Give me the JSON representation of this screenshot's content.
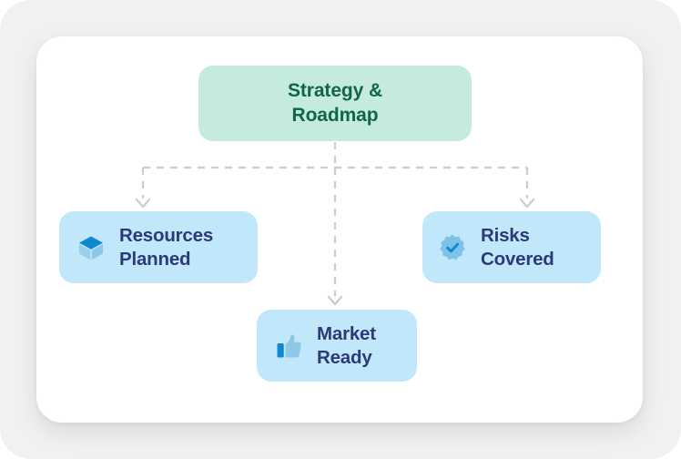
{
  "diagram": {
    "type": "tree",
    "title": "",
    "root": {
      "id": "strategy-roadmap",
      "label_line1": "Strategy &",
      "label_line2": "Roadmap",
      "fill": "#c4ebdb",
      "text_color": "#11664a"
    },
    "children": [
      {
        "id": "resources-planned",
        "label_line1": "Resources",
        "label_line2": "Planned",
        "icon": "cube-icon",
        "fill": "#c1e7fb",
        "text_color": "#2c3a77",
        "icon_colors": {
          "top": "#0d87d0",
          "left": "#9ccfe9",
          "right": "#8fc8e6"
        }
      },
      {
        "id": "market-ready",
        "label_line1": "Market",
        "label_line2": "Ready",
        "icon": "thumbs-up-icon",
        "fill": "#c1e7fb",
        "text_color": "#2c3a77",
        "icon_colors": {
          "cuff": "#1288ce",
          "hand": "#8fc8e6"
        }
      },
      {
        "id": "risks-covered",
        "label_line1": "Risks",
        "label_line2": "Covered",
        "icon": "verified-badge-icon",
        "fill": "#c1e7fb",
        "text_color": "#2c3a77",
        "icon_colors": {
          "badge": "#7dc3e8",
          "check": "#1288ce"
        }
      }
    ],
    "connectors": {
      "style": "dashed",
      "color": "#c8cdd2",
      "arrowhead": "chevron-down",
      "count": 3
    }
  },
  "theme": {
    "page_background": "#f1f1f1",
    "card_background": "#ffffff",
    "accent_green": "#c4ebdb",
    "accent_blue": "#c1e7fb",
    "navy_text": "#2c3a77",
    "green_text": "#11664a",
    "connector_gray": "#c8cdd2"
  }
}
